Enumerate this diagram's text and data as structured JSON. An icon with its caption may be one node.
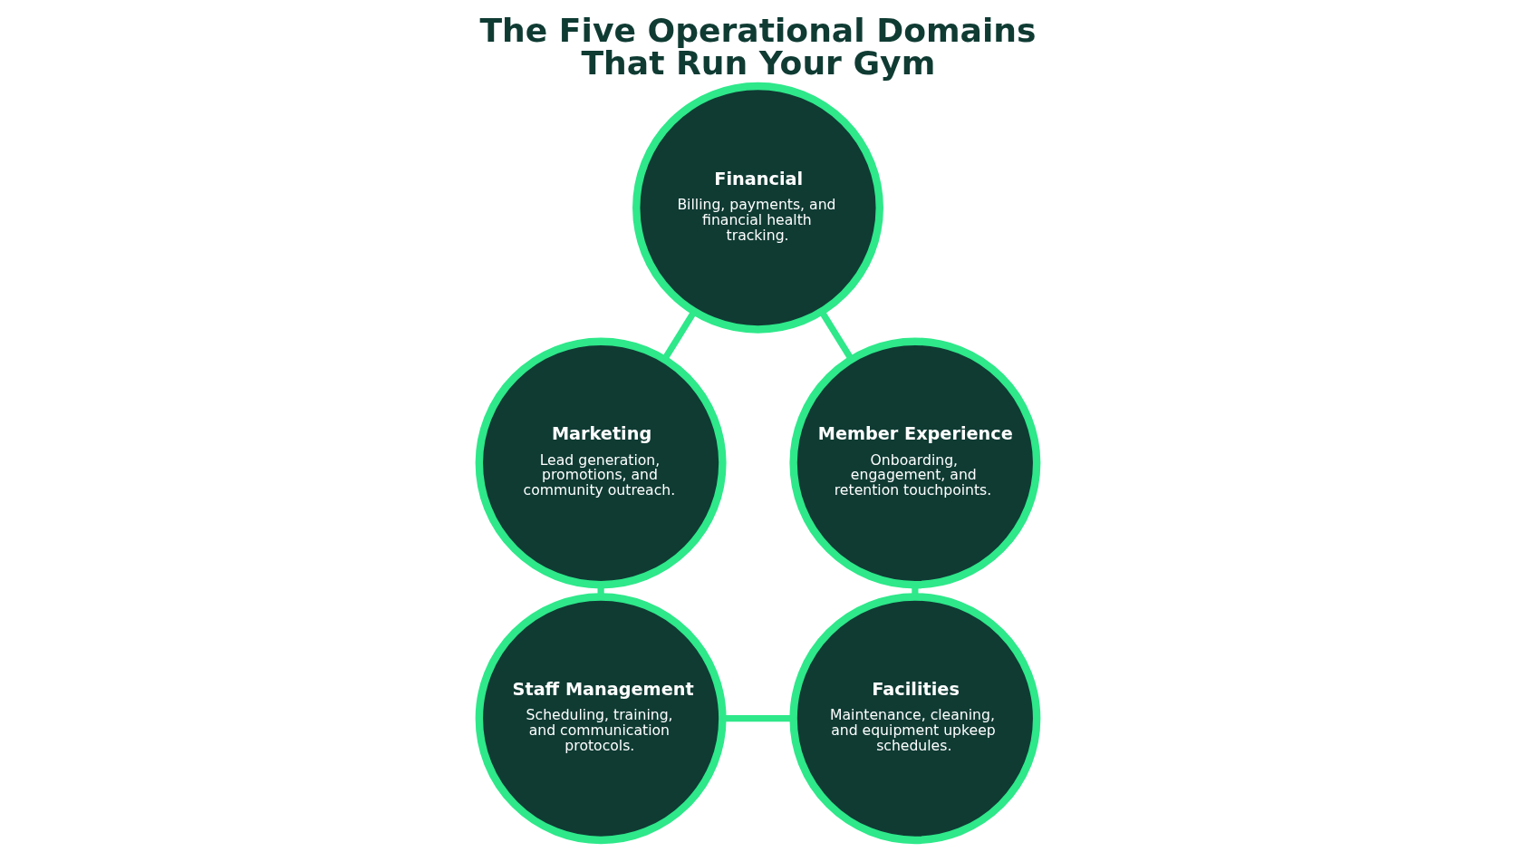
{
  "diagram": {
    "title": "The Five Operational Domains That Run Your Gym",
    "nodes": [
      {
        "text": [
          "Financial",
          "Billing, payments, and financial health tracking."
        ]
      },
      {
        "text": [
          "Marketing",
          "Lead generation, promotions, and community outreach."
        ]
      },
      {
        "text": [
          "Member Experience",
          "Onboarding, engagement, and retention touchpoints."
        ]
      },
      {
        "text": [
          "Staff Management",
          "Scheduling, training, and communication protocols."
        ]
      },
      {
        "text": [
          "Facilities",
          "Maintenance, cleaning, and equipment upkeep schedules."
        ]
      }
    ],
    "edges": [
      {
        "from": 0,
        "to": 1,
        "arrow": "none"
      },
      {
        "from": 0,
        "to": 2,
        "arrow": "none"
      },
      {
        "from": 1,
        "to": 3,
        "arrow": "none"
      },
      {
        "from": 2,
        "to": 4,
        "arrow": "none"
      },
      {
        "from": 3,
        "to": 4,
        "arrow": "none"
      }
    ]
  }
}
